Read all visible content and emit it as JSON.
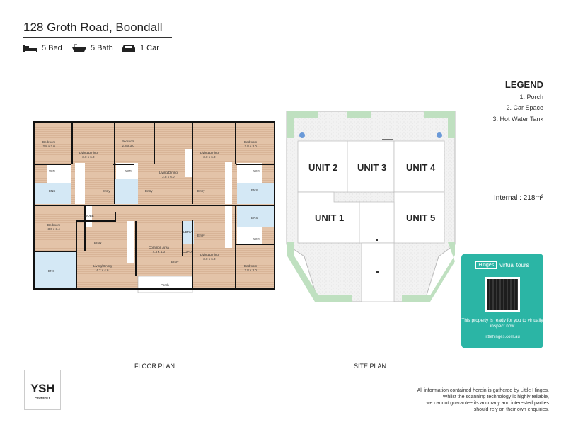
{
  "header": {
    "title": "128 Groth Road, Boondall",
    "features": [
      {
        "icon": "bed-icon",
        "label": "5 Bed"
      },
      {
        "icon": "bath-icon",
        "label": "5 Bath"
      },
      {
        "icon": "car-icon",
        "label": "1 Car"
      }
    ]
  },
  "legend": {
    "title": "LEGEND",
    "items": [
      "1. Porch",
      "2. Car Space",
      "3. Hot Water Tank"
    ]
  },
  "internal": "Internal  : 218m²",
  "floor_plan": {
    "label": "FLOOR PLAN",
    "rooms": [
      {
        "name": "Bedroom",
        "size": "2.8 x 3.0"
      },
      {
        "name": "Living/Dining",
        "size": "3.0 x 6.0"
      },
      {
        "name": "Bedroom",
        "size": "2.8 x 3.0"
      },
      {
        "name": "Living/Dining",
        "size": "2.8 x 6.0"
      },
      {
        "name": "Living/Dining",
        "size": "3.0 x 6.0"
      },
      {
        "name": "Bedroom",
        "size": "2.8 x 3.0"
      },
      {
        "name": "Bedroom",
        "size": "3.6 x 3.4"
      },
      {
        "name": "Living/Dining",
        "size": "4.2 x 4.6"
      },
      {
        "name": "Common Area",
        "size": "4.3 x 4.0"
      },
      {
        "name": "Living/Dining",
        "size": "3.0 x 6.0"
      },
      {
        "name": "Bedroom",
        "size": "2.8 x 3.0"
      }
    ],
    "porch": "Porch",
    "ens": "ENS",
    "wir": "WIR",
    "robe": "ROBE",
    "cupd": "CUPD",
    "ldry": "LDRY",
    "entry": "Entry"
  },
  "site_plan": {
    "label": "SITE PLAN",
    "units": [
      "UNIT 2",
      "UNIT 3",
      "UNIT 4",
      "UNIT 1",
      "UNIT 5"
    ]
  },
  "virtual_tour": {
    "brand": "Hinges",
    "brand_small": "virtual tours",
    "message": "This property is ready for you to virtually inspect now",
    "url": "littlehinges.com.au"
  },
  "logo": {
    "name": "YSH",
    "sub": "PROPERTY"
  },
  "disclaimer": [
    "All information contained herein is gathered by Little Hinges.",
    "Whilst the scanning technology is highly reliable,",
    "we cannot guarantee its accuracy and interested parties",
    "should rely on their own enquiries."
  ]
}
